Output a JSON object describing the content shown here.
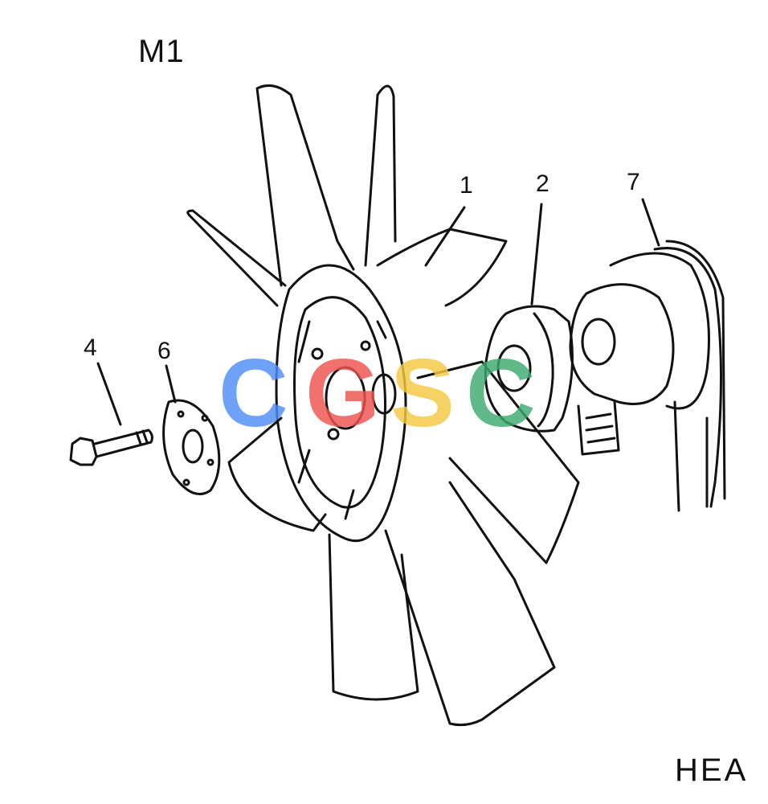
{
  "header": {
    "diagram_code": "M1"
  },
  "footer": {
    "variant_code": "HEA"
  },
  "callouts": [
    "1",
    "2",
    "7",
    "4",
    "6"
  ],
  "watermark": {
    "text": "CGSC",
    "colors": [
      "#4f8ef7",
      "#ef5350",
      "#f5c842",
      "#3daa6e"
    ]
  },
  "colors": {
    "line": "#111111",
    "paper": "#ffffff"
  }
}
